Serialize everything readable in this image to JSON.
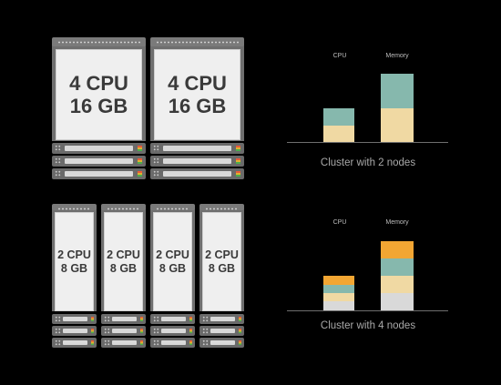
{
  "top": {
    "nodes": [
      {
        "cpu": "4 CPU",
        "mem": "16 GB"
      },
      {
        "cpu": "4 CPU",
        "mem": "16 GB"
      }
    ],
    "chart": {
      "cpu_label": "CPU",
      "memory_label": "Memory",
      "caption": "Cluster with 2 nodes"
    }
  },
  "bottom": {
    "nodes": [
      {
        "cpu": "2 CPU",
        "mem": "8 GB"
      },
      {
        "cpu": "2 CPU",
        "mem": "8 GB"
      },
      {
        "cpu": "2 CPU",
        "mem": "8 GB"
      },
      {
        "cpu": "2 CPU",
        "mem": "8 GB"
      }
    ],
    "chart": {
      "cpu_label": "CPU",
      "memory_label": "Memory",
      "caption": "Cluster with 4 nodes"
    }
  },
  "colors": {
    "teal": "#86b8ad",
    "beige": "#f0d9a3",
    "orange": "#f2a633",
    "grey": "#d9d9d9",
    "axis": "#6e6e6e"
  }
}
